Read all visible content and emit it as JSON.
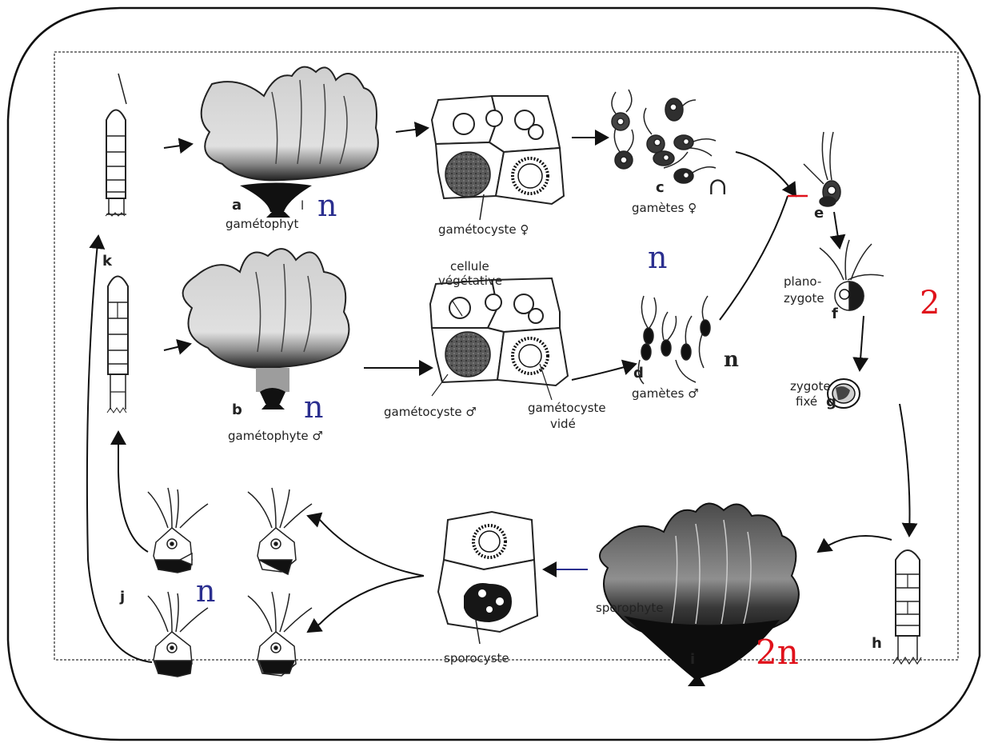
{
  "diagram": {
    "stages": [
      {
        "id": "a",
        "letter": "a",
        "caption": "gamétophyt",
        "ploidy": "n",
        "ploidy_color": "#2b2f8f",
        "extra": "l"
      },
      {
        "id": "b",
        "letter": "b",
        "caption": "gamétophyte ♂",
        "ploidy": "n",
        "ploidy_color": "#2b2f8f"
      },
      {
        "id": "c",
        "letter": "c",
        "caption": "gamètes ♀",
        "ploidy": "∩",
        "ploidy_color": "#222222"
      },
      {
        "id": "d",
        "letter": "d",
        "caption": "gamètes ♂",
        "ploidy": "n",
        "ploidy_color": "#222222"
      },
      {
        "id": "e",
        "letter": "e",
        "caption": ""
      },
      {
        "id": "f",
        "letter": "f",
        "caption_line1": "plano-",
        "caption_line2": "zygote",
        "ploidy": "2",
        "ploidy_color": "#e0121b"
      },
      {
        "id": "g",
        "letter": "g",
        "caption_line1": "zygote",
        "caption_line2": "fixé"
      },
      {
        "id": "h",
        "letter": "h",
        "caption": ""
      },
      {
        "id": "i",
        "letter": "i",
        "caption": "sporophyte",
        "ploidy": "2n",
        "ploidy_color": "#e0121b"
      },
      {
        "id": "j",
        "letter": "j",
        "caption": "",
        "ploidy": "n",
        "ploidy_color": "#2b2f8f"
      },
      {
        "id": "k",
        "letter": "k",
        "caption": ""
      }
    ],
    "cell_labels": {
      "gametocyste_f": "gamétocyste ♀",
      "cellule_line1": "cellule",
      "cellule_line2": "végétative",
      "gametocyste_m": "gamétocyste ♂",
      "gametocyste_vide_line1": "gamétocyste",
      "gametocyste_vide_line2": "vidé",
      "sporocyste": "sporocyste"
    },
    "floating_ploidy_d": "n"
  }
}
